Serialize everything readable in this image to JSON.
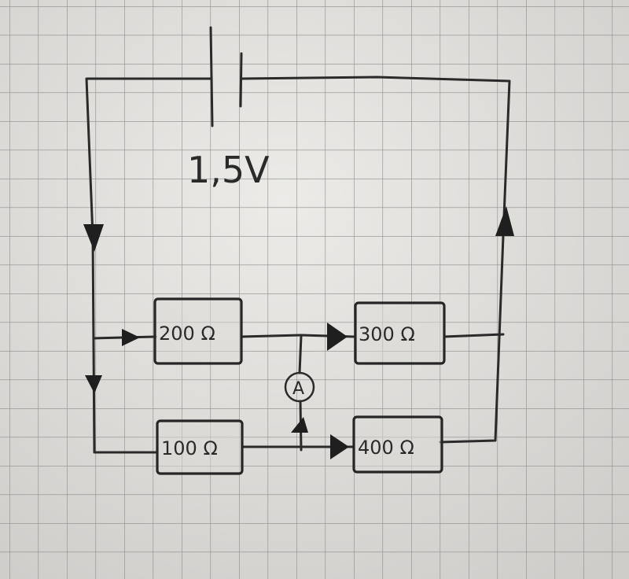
{
  "diagram": {
    "battery": {
      "voltage": "1,5V"
    },
    "resistors": [
      {
        "id": "r1",
        "label": "200 Ω"
      },
      {
        "id": "r2",
        "label": "300 Ω"
      },
      {
        "id": "r3",
        "label": "100 Ω"
      },
      {
        "id": "r4",
        "label": "400 Ω"
      }
    ],
    "ammeter": {
      "label": "A"
    }
  }
}
